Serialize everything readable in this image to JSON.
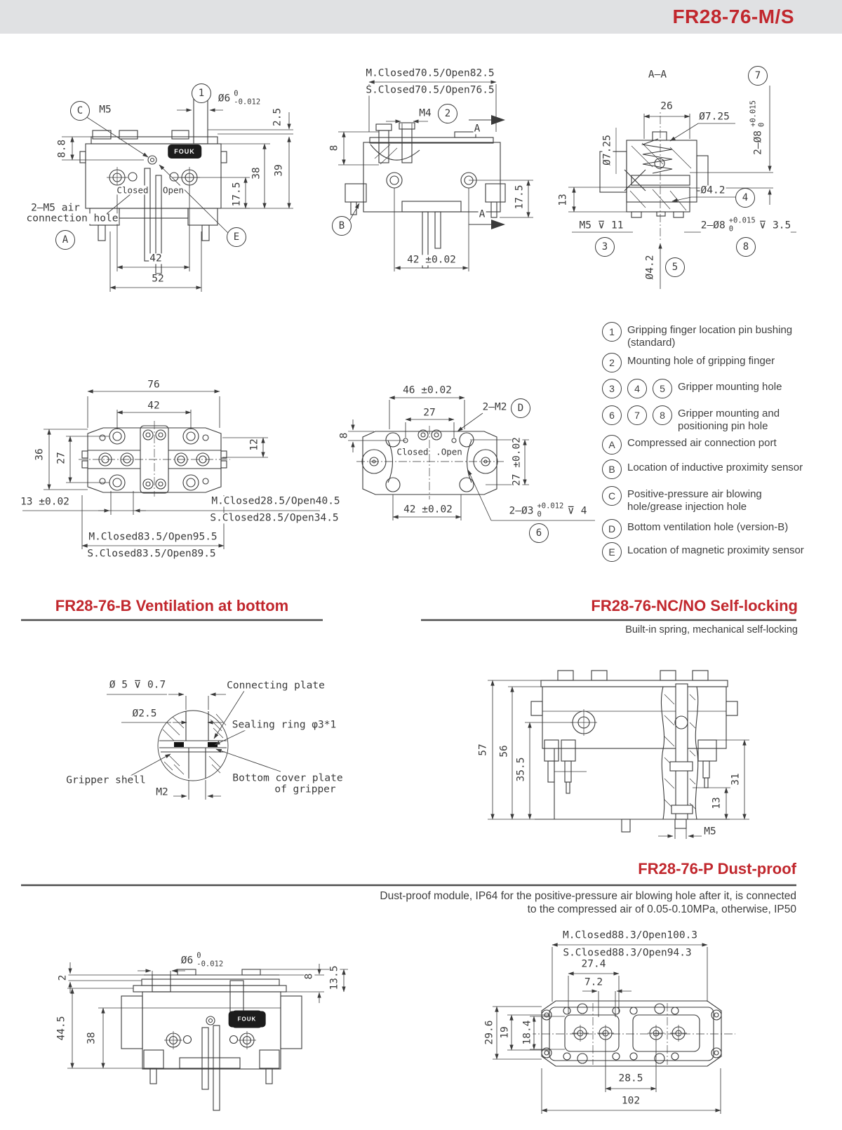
{
  "page": {
    "title": "FR28-76-M/S"
  },
  "brand": {
    "logo": "FOUK"
  },
  "front": {
    "co_c": "C",
    "co_1": "1",
    "co_a": "A",
    "co_e": "E",
    "m5": "M5",
    "dia6": "Ø6",
    "tol0": "0",
    "tolm": "-0.012",
    "d25": "2.5",
    "d88": "8.8",
    "d38": "38",
    "d39": "39",
    "d175": "17.5",
    "closed": "Closed",
    "open": "Open",
    "air1": "2—M5 air",
    "air2": "connection hole",
    "d42": "42",
    "d52": "52"
  },
  "side": {
    "mt": "M.Closed70.5/Open82.5",
    "st": "S.Closed70.5/Open76.5",
    "m4": "M4",
    "co_2": "2",
    "d8": "8",
    "a1": "A",
    "a2": "A",
    "co_b": "B",
    "d175": "17.5",
    "d42": "42 ±0.02"
  },
  "sec": {
    "title": "A—A",
    "co_7": "7",
    "d26": "26",
    "dia725t": "Ø7.25",
    "dia725l": "Ø7.25",
    "dia8": "2—Ø8",
    "tolp": "+0.015",
    "tol0": "0",
    "d13": "13",
    "dia42": "Ø4.2",
    "co_4": "4",
    "m5": "M5 ⊽ 11",
    "co_3": "3",
    "dia8b": "2—Ø8",
    "tolp2": "+0.015",
    "tol02": "0",
    "dep35": "⊽ 3.5",
    "co_8": "8",
    "dia42b": "Ø4.2",
    "co_5": "5"
  },
  "top": {
    "d76": "76",
    "d42": "42",
    "d36": "36",
    "d27": "27",
    "d12": "12",
    "d13": "13 ±0.02",
    "ms": "M.Closed28.5/Open40.5",
    "ss": "S.Closed28.5/Open34.5",
    "mb": "M.Closed83.5/Open95.5",
    "sb": "S.Closed83.5/Open89.5"
  },
  "bot": {
    "d46": "46 ±0.02",
    "d27": "27",
    "m2": "2—M2",
    "co_d": "D",
    "d8": "8",
    "closed": "Closed",
    "open": ".Open",
    "d27v": "27 ±0.02",
    "d42": "42 ±0.02",
    "dia3": "2—Ø3",
    "tolp": "+0.012",
    "tol0": "0",
    "dep4": "⊽ 4",
    "co_6": "6"
  },
  "legend": {
    "items": [
      {
        "badges": [
          "1"
        ],
        "text": "Gripping finger location pin bushing (standard)"
      },
      {
        "badges": [
          "2"
        ],
        "text": "Mounting hole of gripping finger"
      },
      {
        "badges": [
          "3",
          "4",
          "5"
        ],
        "text": "Gripper mounting hole"
      },
      {
        "badges": [
          "6",
          "7",
          "8"
        ],
        "text": "Gripper mounting and positioning pin hole"
      },
      {
        "badges": [
          "A"
        ],
        "text": "Compressed air connection port"
      },
      {
        "badges": [
          "B"
        ],
        "text": "Location of inductive proximity sensor"
      },
      {
        "badges": [
          "C"
        ],
        "text": "Positive-pressure air blowing hole/grease injection hole"
      },
      {
        "badges": [
          "D"
        ],
        "text": "Bottom ventilation hole (version-B)"
      },
      {
        "badges": [
          "E"
        ],
        "text": "Location of magnetic proximity sensor"
      }
    ]
  },
  "sections": {
    "vent_title": "FR28-76-B Ventilation at bottom",
    "lock_title": "FR28-76-NC/NO Self-locking",
    "lock_sub": "Built-in spring, mechanical self-locking",
    "dust_title": "FR28-76-P Dust-proof",
    "dust_line1": "Dust-proof module, IP64 for the positive-pressure air blowing hole after it, is connected",
    "dust_line2": "to the compressed air of 0.05-0.10MPa, otherwise, IP50"
  },
  "detail": {
    "dia5": "Ø 5 ⊽ 0.7",
    "dia25": "Ø2.5",
    "m2": "M2",
    "connecting": "Connecting plate",
    "sealing": "Sealing ring φ3*1",
    "shell": "Gripper shell",
    "cover1": "Bottom cover plate",
    "cover2": "of gripper"
  },
  "lock": {
    "d57": "57",
    "d56": "56",
    "d355": "35.5",
    "d31": "31",
    "d13": "13",
    "m5": "M5"
  },
  "dfront": {
    "d2": "2",
    "dia6": "Ø6",
    "tol0": "0",
    "tolm": "-0.012",
    "d8": "8",
    "d135": "13.5",
    "d445": "44.5",
    "d38": "38"
  },
  "dtop": {
    "mt": "M.Closed88.3/Open100.3",
    "st": "S.Closed88.3/Open94.3",
    "d274": "27.4",
    "d72": "7.2",
    "d296": "29.6",
    "d19": "19",
    "d184": "18.4",
    "d285": "28.5",
    "d102": "102"
  }
}
